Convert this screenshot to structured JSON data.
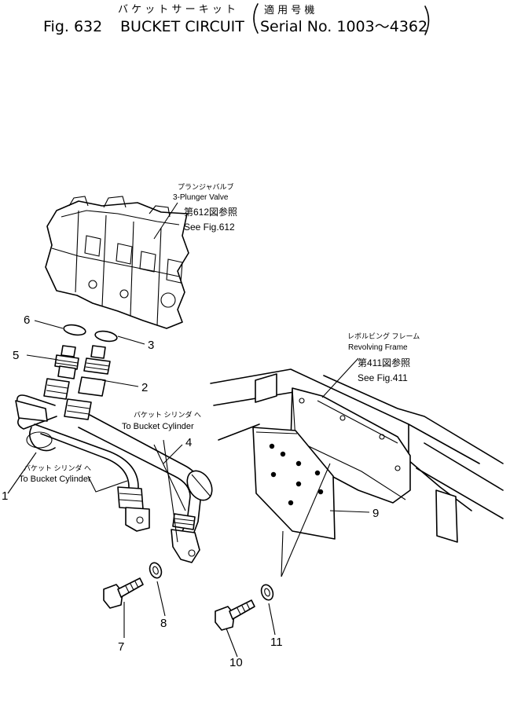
{
  "header": {
    "title_jp": "バ ケ ッ ト サ ー キ ッ ト",
    "applic_jp": "適 用 号 機",
    "fig_label": "Fig. 632",
    "title": "BUCKET CIRCUIT",
    "serial": "Serial No. 1003～4362"
  },
  "callouts": {
    "valve_jp": "プランジャバルブ",
    "valve": "3-Plunger Valve",
    "valve_ref_jp": "第612図参照",
    "valve_ref": "See Fig.612",
    "frame_jp": "レボルビング フレーム",
    "frame": "Revolving Frame",
    "frame_ref_jp": "第411図参照",
    "frame_ref": "See Fig.411",
    "cyl1_jp": "バケット シリンダ へ",
    "cyl1": "To Bucket Cylinder",
    "cyl2_jp": "バケット シリンダ へ",
    "cyl2": "To Bucket Cylinder"
  },
  "parts": [
    "1",
    "2",
    "3",
    "4",
    "5",
    "6",
    "7",
    "8",
    "9",
    "10",
    "11"
  ]
}
